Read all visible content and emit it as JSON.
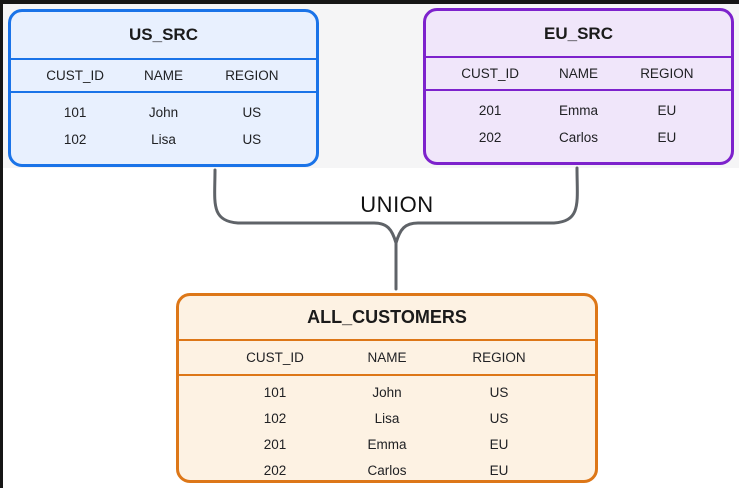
{
  "union_label": "UNION",
  "connector": {
    "color": "#5f6368"
  },
  "frame": {
    "bar_color": "#161616",
    "band_color": "#f5f5f6"
  },
  "tables": {
    "us_src": {
      "title": "US_SRC",
      "border_color": "#1a73e8",
      "fill_color": "#e8f0fe",
      "columns": [
        "CUST_ID",
        "NAME",
        "REGION"
      ],
      "rows": [
        [
          "101",
          "John",
          "US"
        ],
        [
          "102",
          "Lisa",
          "US"
        ]
      ]
    },
    "eu_src": {
      "title": "EU_SRC",
      "border_color": "#7d22cc",
      "fill_color": "#f0e6fa",
      "columns": [
        "CUST_ID",
        "NAME",
        "REGION"
      ],
      "rows": [
        [
          "201",
          "Emma",
          "EU"
        ],
        [
          "202",
          "Carlos",
          "EU"
        ]
      ]
    },
    "all_customers": {
      "title": "ALL_CUSTOMERS",
      "border_color": "#dd7718",
      "fill_color": "#fdf2e3",
      "columns": [
        "CUST_ID",
        "NAME",
        "REGION"
      ],
      "rows": [
        [
          "101",
          "John",
          "US"
        ],
        [
          "102",
          "Lisa",
          "US"
        ],
        [
          "201",
          "Emma",
          "EU"
        ],
        [
          "202",
          "Carlos",
          "EU"
        ]
      ]
    }
  }
}
